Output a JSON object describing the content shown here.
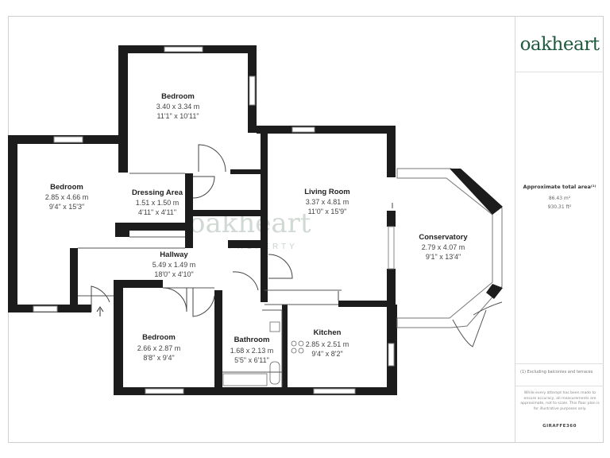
{
  "brand": {
    "logo": "oakheart",
    "watermark_main": "oakheart",
    "watermark_sub": "PROPERTY"
  },
  "rooms": [
    {
      "id": "bedroom-top",
      "name": "Bedroom",
      "metric": "3.40 x 3.34 m",
      "imperial": "11'1\" x 10'11\""
    },
    {
      "id": "bedroom-left",
      "name": "Bedroom",
      "metric": "2.85 x 4.66 m",
      "imperial": "9'4\" x 15'3\""
    },
    {
      "id": "dressing-area",
      "name": "Dressing Area",
      "metric": "1.51 x 1.50 m",
      "imperial": "4'11\" x 4'11\""
    },
    {
      "id": "living-room",
      "name": "Living Room",
      "metric": "3.37 x 4.81 m",
      "imperial": "11'0\" x 15'9\""
    },
    {
      "id": "conservatory",
      "name": "Conservatory",
      "metric": "2.79 x 4.07 m",
      "imperial": "9'1\" x 13'4\""
    },
    {
      "id": "hallway",
      "name": "Hallway",
      "metric": "5.49 x 1.49 m",
      "imperial": "18'0\" x 4'10\""
    },
    {
      "id": "bedroom-bottom",
      "name": "Bedroom",
      "metric": "2.66 x 2.87 m",
      "imperial": "8'8\" x 9'4\""
    },
    {
      "id": "bathroom",
      "name": "Bathroom",
      "metric": "1.68 x 2.13 m",
      "imperial": "5'5\" x 6'11\""
    },
    {
      "id": "kitchen",
      "name": "Kitchen",
      "metric": "2.85 x 2.51 m",
      "imperial": "9'4\" x 8'2\""
    }
  ],
  "sidebar": {
    "area_title": "Approximate total area⁽¹⁾",
    "area_metric": "86.43 m²",
    "area_imperial": "930.31 ft²",
    "footnote": "(1) Excluding balconies and terraces",
    "disclaimer": "While every attempt has been made to ensure accuracy, all measurements are approximate, not to scale. This floor plan is for illustrative purposes only.",
    "credit": "GIRAFFE360"
  },
  "colors": {
    "wall": "#1c1c1c",
    "brand_green": "#1f5a3d",
    "window": "#8a8a8a"
  }
}
